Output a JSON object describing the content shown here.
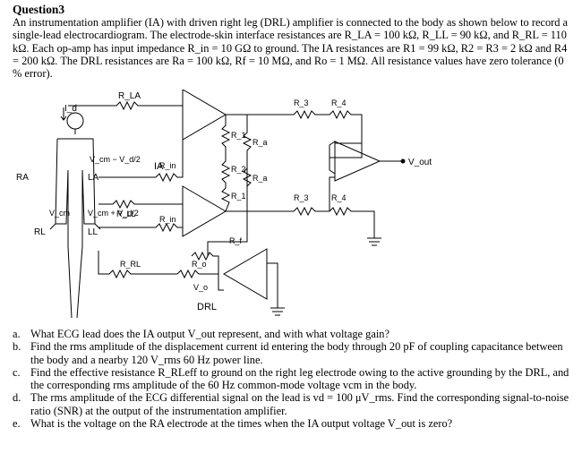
{
  "question": {
    "title": "Question3",
    "intro": "An instrumentation amplifier (IA) with driven right leg (DRL) amplifier is connected to the body as shown below to record a single-lead electrocardiogram. The electrode-skin interface resistances are R_LA = 100 kΩ, R_LL = 90 kΩ, and R_RL = 110 kΩ. Each op-amp has input impedance R_in = 10 GΩ to ground. The IA resistances are R1 = 99 kΩ, R2 = R3 = 2 kΩ and R4 = 200 kΩ. The DRL resistances are Ra = 100 kΩ, Rf = 10 MΩ, and Ro = 1 MΩ. All resistance values have zero tolerance (0 % error)."
  },
  "circuit": {
    "labels": {
      "rla": "R_LA",
      "id": "I_d",
      "vcm_minus": "V_cm − V_d/2",
      "vcm_plus": "V_cm + V_d/2",
      "vcm": "V_cm",
      "ra": "RA",
      "la": "LA",
      "rl": "RL",
      "ll": "LL",
      "rll": "R_LL",
      "rrl": "R_RL",
      "rin_top": "R_in",
      "rin_bot": "R_in",
      "r1_top": "R_1",
      "r1_bot": "R_1",
      "r2": "R_2",
      "ra_top": "R_a",
      "ra_bot": "R_a",
      "ia": "IA",
      "r3_top": "R_3",
      "r3_bot": "R_3",
      "r4_top": "R_4",
      "r4_bot": "R_4",
      "vout": "V_out",
      "rf": "R_f",
      "ro": "R_o",
      "vo": "V_o",
      "drl": "DRL"
    }
  },
  "questions": [
    {
      "label": "a.",
      "text": "What ECG lead does the IA output V_out represent, and with what voltage gain?"
    },
    {
      "label": "b.",
      "text": "Find the rms amplitude of the displacement current id entering the body through 20 pF of coupling capacitance between the body and a nearby 120 V_rms 60 Hz power line."
    },
    {
      "label": "c.",
      "text": "Find the effective resistance R_RLeff to ground on the right leg electrode owing to the active grounding by the DRL, and the corresponding rms amplitude of the 60 Hz common-mode voltage vcm in the body."
    },
    {
      "label": "d.",
      "text": "The rms amplitude of the ECG differential signal on the lead is vd = 100 μV_rms. Find the corresponding signal-to-noise ratio (SNR) at the output of the instrumentation amplifier."
    },
    {
      "label": "e.",
      "text": "What is the voltage on the RA electrode at the times when the IA output voltage V_out is zero?"
    }
  ]
}
